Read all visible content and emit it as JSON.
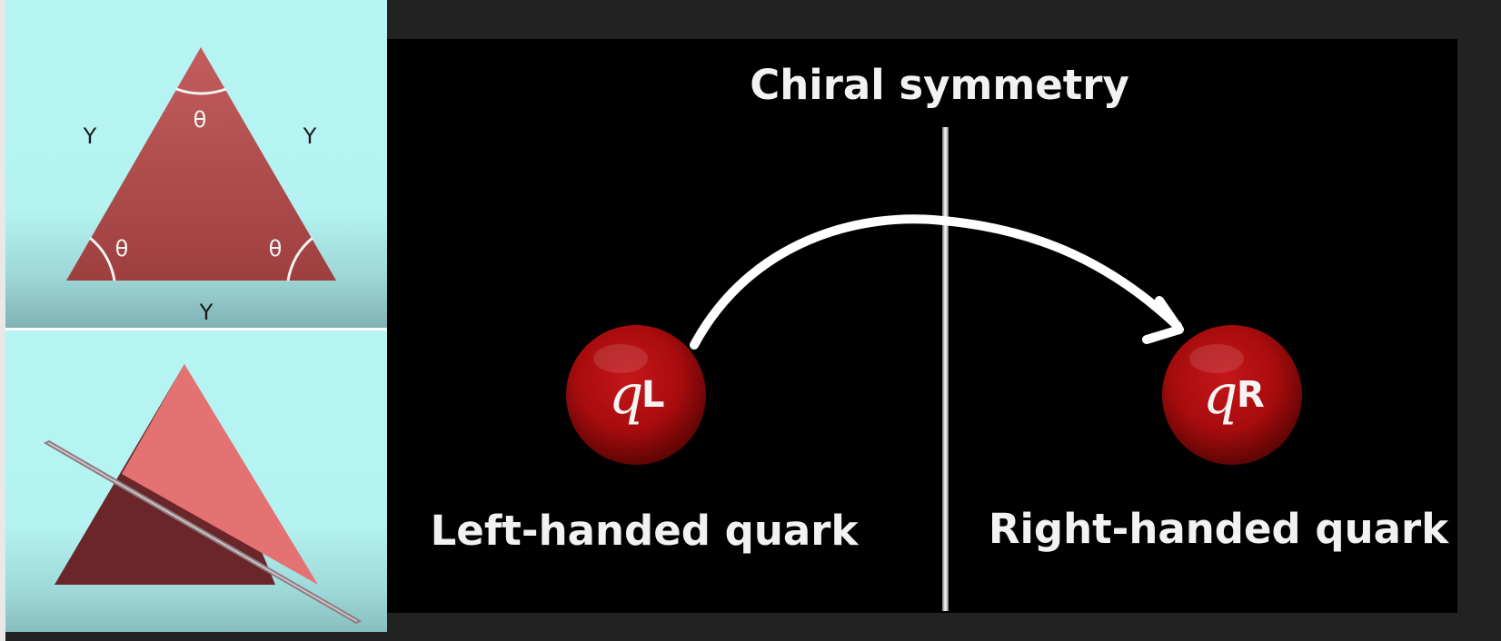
{
  "triangle_diagram": {
    "side_labels": [
      "Y",
      "Y",
      "Y"
    ],
    "angle_labels": [
      "θ",
      "θ",
      "θ"
    ]
  },
  "slide": {
    "title": "Chiral symmetry",
    "left_quark": {
      "symbol": "q",
      "subscript": "L",
      "caption": "Left-handed quark"
    },
    "right_quark": {
      "symbol": "q",
      "subscript": "R",
      "caption": "Right-handed quark"
    }
  },
  "colors": {
    "panel_background": "#b4f3f2",
    "triangle_fill": "#b85252",
    "sphere_red": "#b10d0d",
    "slide_background": "#000000",
    "slide_text": "#f2f2f2"
  }
}
